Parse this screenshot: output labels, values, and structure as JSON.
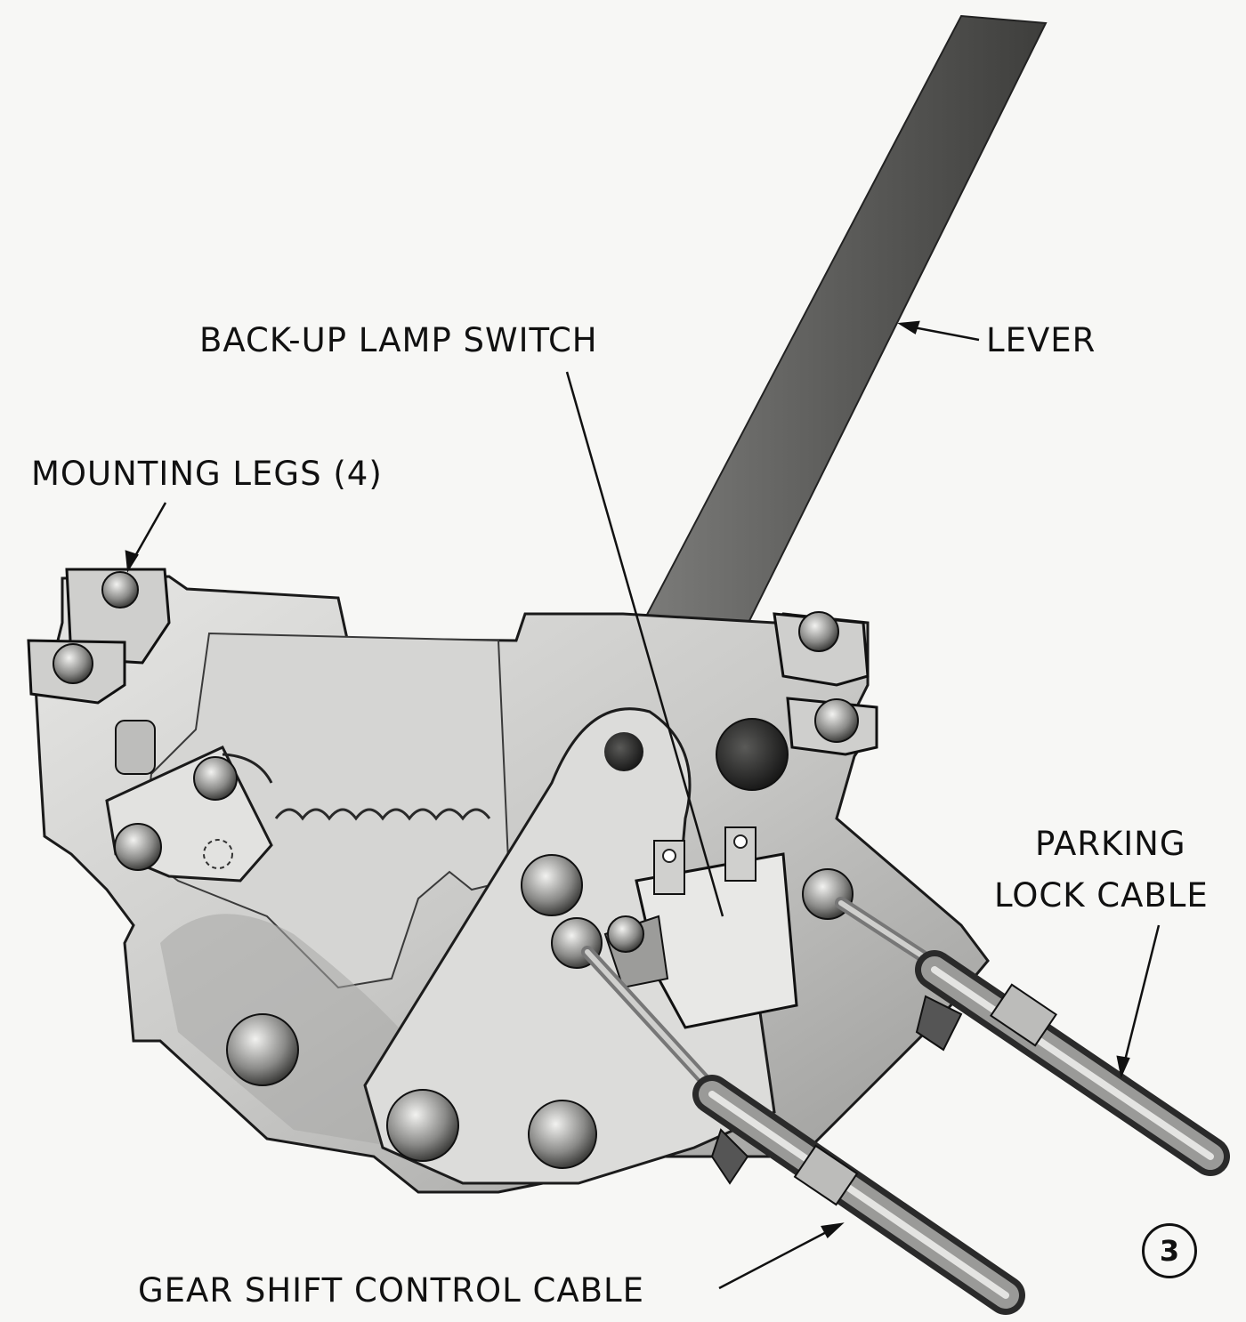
{
  "labels": {
    "backup_lamp_switch": "BACK-UP LAMP SWITCH",
    "lever": "LEVER",
    "mounting_legs": "MOUNTING LEGS (4)",
    "parking_lock_cable_line1": "PARKING",
    "parking_lock_cable_line2": "LOCK CABLE",
    "gear_shift_control_cable": "GEAR SHIFT CONTROL CABLE"
  },
  "figure_number": "3"
}
